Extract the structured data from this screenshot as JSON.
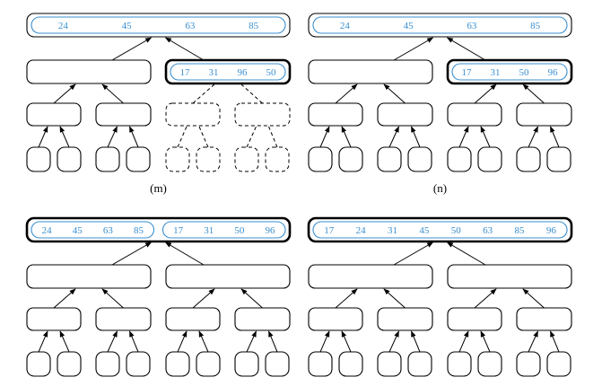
{
  "colors": {
    "value_text": "#3a8fd0",
    "outline": "#000000",
    "background": "#ffffff"
  },
  "panels": [
    {
      "caption": "(m)",
      "root": {
        "groups": [
          [
            "24",
            "45",
            "63",
            "85"
          ]
        ]
      },
      "level1": [
        {
          "state": "empty"
        },
        {
          "state": "filled",
          "groups": [
            [
              "17",
              "31",
              "96",
              "50"
            ]
          ]
        }
      ],
      "right_subtree_dashed": true
    },
    {
      "caption": "(n)",
      "root": {
        "groups": [
          [
            "24",
            "45",
            "63",
            "85"
          ]
        ]
      },
      "level1": [
        {
          "state": "empty"
        },
        {
          "state": "filled",
          "groups": [
            [
              "17",
              "31",
              "50",
              "96"
            ]
          ]
        }
      ],
      "right_subtree_dashed": false
    },
    {
      "caption": "",
      "root": {
        "emphasized": true,
        "groups": [
          [
            "24",
            "45",
            "63",
            "85"
          ],
          [
            "17",
            "31",
            "50",
            "96"
          ]
        ]
      },
      "level1": [
        {
          "state": "empty"
        },
        {
          "state": "empty"
        }
      ],
      "right_subtree_dashed": false
    },
    {
      "caption": "",
      "root": {
        "emphasized": true,
        "groups": [
          [
            "17",
            "24",
            "31",
            "45",
            "50",
            "63",
            "85",
            "96"
          ]
        ]
      },
      "level1": [
        {
          "state": "empty"
        },
        {
          "state": "empty"
        }
      ],
      "right_subtree_dashed": false
    }
  ]
}
